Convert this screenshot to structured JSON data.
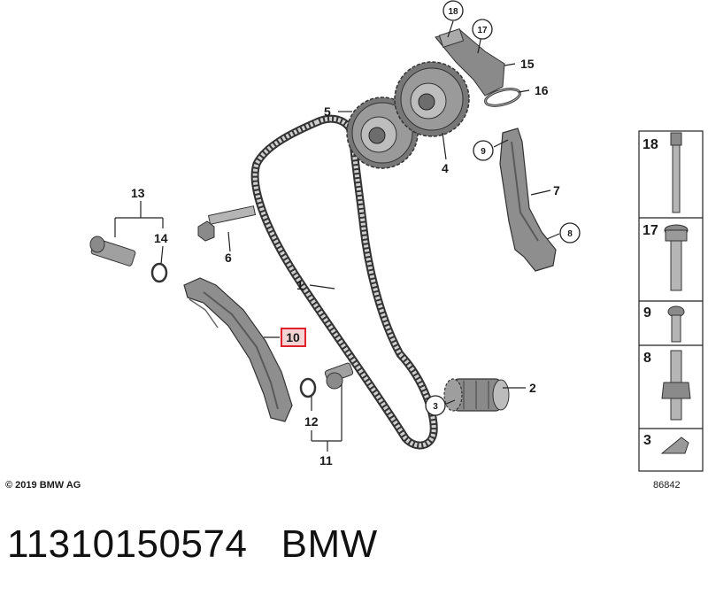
{
  "callouts": {
    "c1": "1",
    "c2": "2",
    "c3": "3",
    "c4": "4",
    "c5": "5",
    "c6": "6",
    "c7": "7",
    "c8": "8",
    "c9": "9",
    "c10": "10",
    "c11": "11",
    "c12": "12",
    "c13": "13",
    "c14": "14",
    "c15": "15",
    "c16": "16",
    "c17": "17",
    "c18": "18"
  },
  "highlighted_callout": "10",
  "highlight_color": "#e0202a",
  "sidebar": {
    "items": [
      {
        "label": "18"
      },
      {
        "label": "17"
      },
      {
        "label": "9"
      },
      {
        "label": "8"
      },
      {
        "label": "3"
      }
    ]
  },
  "copyright": "© 2019 BMW AG",
  "reference_number": "86842",
  "footer": {
    "part_number": "11310150574",
    "brand": "BMW"
  }
}
